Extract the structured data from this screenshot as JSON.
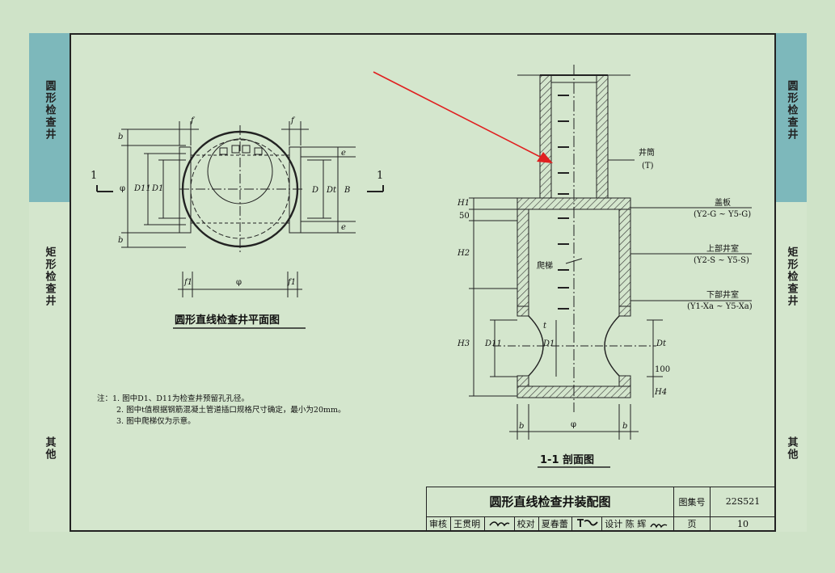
{
  "sidebar_left": [
    "圆形检查井",
    "矩形检查井",
    "其他"
  ],
  "sidebar_right": [
    "圆形检查井",
    "矩形检查井",
    "其他"
  ],
  "plan": {
    "title": "圆形直线检查井平面图",
    "section_mark": "1",
    "labels": {
      "f": "f",
      "b": "b",
      "e": "e",
      "phi": "φ",
      "D": "D",
      "Dt": "Dt",
      "B": "B",
      "D1": "D1",
      "D11": "D11",
      "f1": "f1"
    }
  },
  "section": {
    "title": "1-1 剖面图",
    "jingtong": "井筒",
    "jingtong_code": "(T)",
    "gaiban": "盖板",
    "gaiban_code": "(Y2-G ~ Y5-G)",
    "upper": "上部井室",
    "upper_code": "(Y2-S ~ Y5-S)",
    "lower": "下部井室",
    "lower_code": "(Y1-Xa ~ Y5-Xa)",
    "ladder": "爬梯",
    "dims": {
      "H1": "H1",
      "H2": "H2",
      "H3": "H3",
      "H4": "H4",
      "d50": "50",
      "d100": "100",
      "b": "b",
      "phi": "φ",
      "D11": "D11",
      "D1": "D1",
      "Dt": "Dt",
      "t": "t"
    }
  },
  "notes": [
    "注：1. 图中D1、D11为检查井预留孔孔径。",
    "2. 图中t值根据钢筋混凝土管道插口规格尺寸确定，最小为20mm。",
    "3. 图中爬梯仅为示意。"
  ],
  "title_block": {
    "title": "圆形直线检查井装配图",
    "atlas_label": "图集号",
    "atlas_no": "22S521",
    "review": "审核",
    "reviewer": "王贯明",
    "check": "校对",
    "checker": "夏春蕾",
    "design": "设计",
    "designer": "陈 辉",
    "page_label": "页",
    "page_no": "10"
  },
  "colors": {
    "tab_active": "#7db8bb",
    "background": "#d4e6cd",
    "arrow": "#e02020"
  }
}
